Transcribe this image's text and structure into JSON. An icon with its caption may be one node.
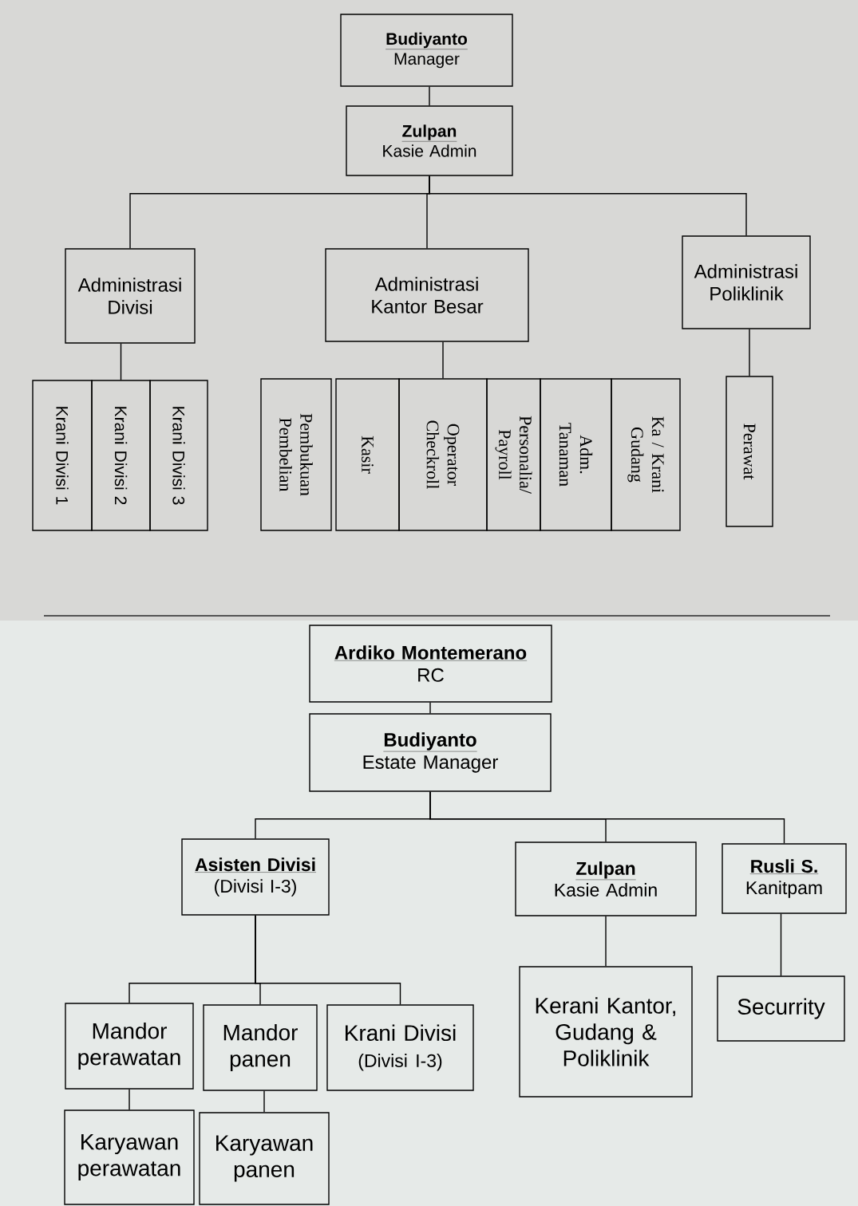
{
  "diagram": {
    "nodes": [
      {
        "text": [
          "Budiyanto",
          "Manager"
        ]
      },
      {
        "text": [
          "Zulpan",
          "Kasie Admin"
        ]
      },
      {
        "text": [
          "Administrasi Divisi"
        ]
      },
      {
        "text": [
          "Administrasi Kantor Besar"
        ]
      },
      {
        "text": [
          "Administrasi Poliklinik"
        ]
      },
      {
        "text": [
          "Krani Divisi 1"
        ]
      },
      {
        "text": [
          "Krani Divisi 2"
        ]
      },
      {
        "text": [
          "Krani Divisi 3"
        ]
      },
      {
        "text": [
          "Pembukuan Pembelian"
        ]
      },
      {
        "text": [
          "Kasir"
        ]
      },
      {
        "text": [
          "Operator Checkroll"
        ]
      },
      {
        "text": [
          "Personalia/ Payroll"
        ]
      },
      {
        "text": [
          "Adm. Tanaman"
        ]
      },
      {
        "text": [
          "Ka / Krani Gudang"
        ]
      },
      {
        "text": [
          "Perawat"
        ]
      },
      {
        "text": [
          "Ardiko Montemerano",
          "RC"
        ]
      },
      {
        "text": [
          "Budiyanto",
          "Estate Manager"
        ]
      },
      {
        "text": [
          "Asisten Divisi",
          "(Divisi I-3)"
        ]
      },
      {
        "text": [
          "Zulpan",
          "Kasie Admin"
        ]
      },
      {
        "text": [
          "Rusli S.",
          "Kanitpam"
        ]
      },
      {
        "text": [
          "Mandor perawatan"
        ]
      },
      {
        "text": [
          "Mandor panen"
        ]
      },
      {
        "text": [
          "Krani Divisi",
          "(Divisi I-3)"
        ]
      },
      {
        "text": [
          "Kerani Kantor, Gudang & Poliklinik"
        ]
      },
      {
        "text": [
          "Securrity"
        ]
      },
      {
        "text": [
          "Karyawan perawatan"
        ]
      },
      {
        "text": [
          "Karyawan panen"
        ]
      }
    ],
    "edges": [
      {
        "from": 0,
        "to": 1,
        "arrow": "none"
      },
      {
        "from": 1,
        "to": 2,
        "arrow": "none"
      },
      {
        "from": 1,
        "to": 3,
        "arrow": "none"
      },
      {
        "from": 1,
        "to": 4,
        "arrow": "none"
      },
      {
        "from": 2,
        "to": 6,
        "arrow": "none"
      },
      {
        "from": 3,
        "to": 10,
        "arrow": "none"
      },
      {
        "from": 4,
        "to": 14,
        "arrow": "none"
      },
      {
        "from": 15,
        "to": 16,
        "arrow": "none"
      },
      {
        "from": 16,
        "to": 17,
        "arrow": "none"
      },
      {
        "from": 16,
        "to": 18,
        "arrow": "none"
      },
      {
        "from": 16,
        "to": 19,
        "arrow": "none"
      },
      {
        "from": 17,
        "to": 20,
        "arrow": "none"
      },
      {
        "from": 17,
        "to": 21,
        "arrow": "none"
      },
      {
        "from": 17,
        "to": 22,
        "arrow": "none"
      },
      {
        "from": 18,
        "to": 23,
        "arrow": "none"
      },
      {
        "from": 19,
        "to": 24,
        "arrow": "none"
      },
      {
        "from": 20,
        "to": 25,
        "arrow": "none"
      },
      {
        "from": 21,
        "to": 26,
        "arrow": "none"
      }
    ]
  }
}
